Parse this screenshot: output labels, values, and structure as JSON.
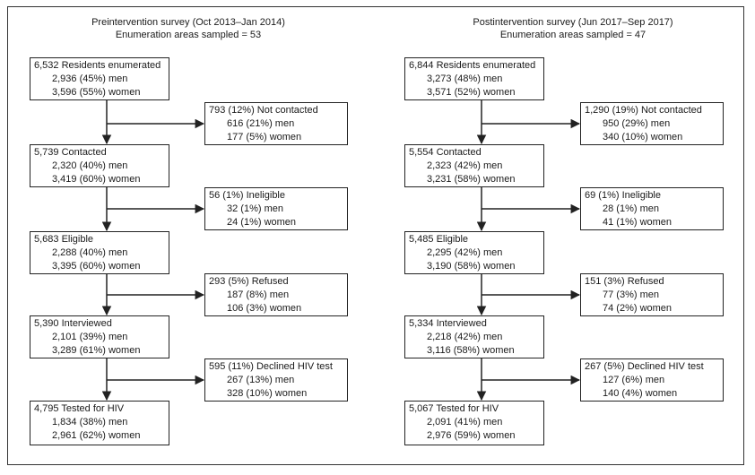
{
  "panels": [
    {
      "title": "Preintervention survey (Oct 2013–Jan 2014)",
      "subtitle": "Enumeration areas sampled = 53",
      "main": [
        {
          "head": "6,532 Residents enumerated",
          "men": "2,936 (45%) men",
          "women": "3,596 (55%) women"
        },
        {
          "head": "5,739 Contacted",
          "men": "2,320 (40%) men",
          "women": "3,419 (60%) women"
        },
        {
          "head": "5,683 Eligible",
          "men": "2,288 (40%) men",
          "women": "3,395 (60%) women"
        },
        {
          "head": "5,390 Interviewed",
          "men": "2,101 (39%) men",
          "women": "3,289 (61%) women"
        },
        {
          "head": "4,795 Tested for HIV",
          "men": "1,834 (38%) men",
          "women": "2,961 (62%) women"
        }
      ],
      "side": [
        {
          "head": "793 (12%) Not contacted",
          "men": "616 (21%) men",
          "women": "177 (5%) women"
        },
        {
          "head": "56 (1%) Ineligible",
          "men": "32 (1%) men",
          "women": "24 (1%) women"
        },
        {
          "head": "293 (5%) Refused",
          "men": "187 (8%) men",
          "women": "106 (3%) women"
        },
        {
          "head": "595 (11%) Declined HIV test",
          "men": "267 (13%) men",
          "women": "328 (10%) women"
        }
      ]
    },
    {
      "title": "Postintervention survey (Jun 2017–Sep 2017)",
      "subtitle": "Enumeration areas sampled = 47",
      "main": [
        {
          "head": "6,844 Residents enumerated",
          "men": "3,273 (48%) men",
          "women": "3,571 (52%) women"
        },
        {
          "head": "5,554 Contacted",
          "men": "2,323 (42%) men",
          "women": "3,231 (58%) women"
        },
        {
          "head": "5,485 Eligible",
          "men": "2,295 (42%) men",
          "women": "3,190 (58%) women"
        },
        {
          "head": "5,334 Interviewed",
          "men": "2,218 (42%) men",
          "women": "3,116 (58%) women"
        },
        {
          "head": "5,067 Tested for HIV",
          "men": "2,091 (41%) men",
          "women": "2,976 (59%) women"
        }
      ],
      "side": [
        {
          "head": "1,290 (19%) Not contacted",
          "men": "950 (29%) men",
          "women": "340 (10%) women"
        },
        {
          "head": "69 (1%) Ineligible",
          "men": "28 (1%) men",
          "women": "41 (1%) women"
        },
        {
          "head": "151 (3%) Refused",
          "men": "77 (3%) men",
          "women": "74 (2%) women"
        },
        {
          "head": "267 (5%) Declined HIV test",
          "men": "127 (6%) men",
          "women": "140 (4%) women"
        }
      ]
    }
  ]
}
